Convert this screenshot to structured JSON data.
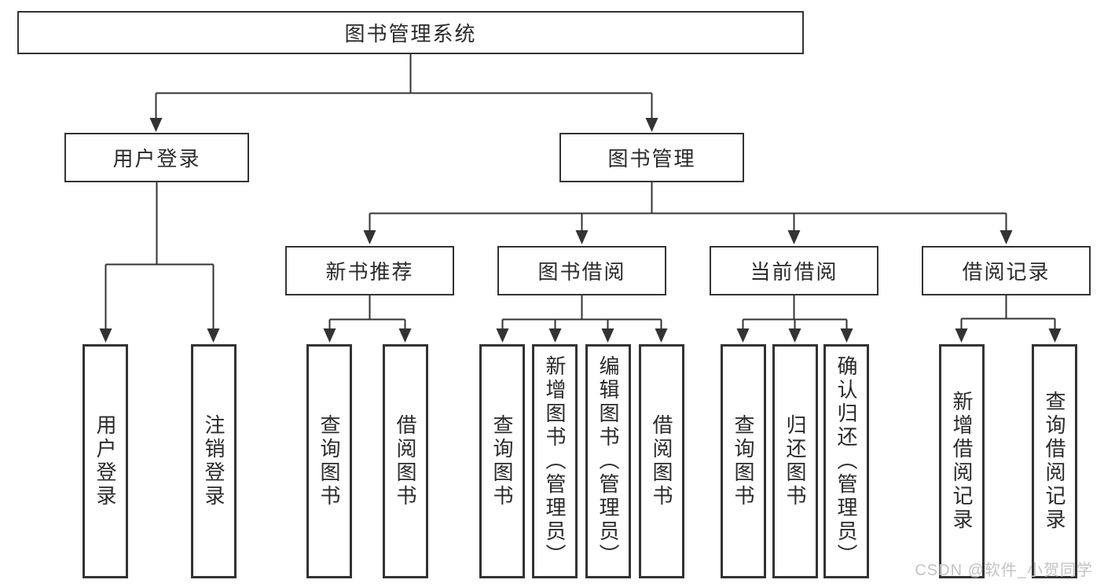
{
  "tree": {
    "root": {
      "label": "图书管理系统"
    },
    "children": [
      {
        "label": "用户登录",
        "children": [
          {
            "label": "用户登录"
          },
          {
            "label": "注销登录"
          }
        ]
      },
      {
        "label": "图书管理",
        "children": [
          {
            "label": "新书推荐",
            "children": [
              {
                "label": "查询图书"
              },
              {
                "label": "借阅图书"
              }
            ]
          },
          {
            "label": "图书借阅",
            "children": [
              {
                "label": "查询图书"
              },
              {
                "label": "新增图书（管理员）"
              },
              {
                "label": "编辑图书（管理员）"
              },
              {
                "label": "借阅图书"
              }
            ]
          },
          {
            "label": "当前借阅",
            "children": [
              {
                "label": "查询图书"
              },
              {
                "label": "归还图书"
              },
              {
                "label": "确认归还（管理员）"
              }
            ]
          },
          {
            "label": "借阅记录",
            "children": [
              {
                "label": "新增借阅记录"
              },
              {
                "label": "查询借阅记录"
              }
            ]
          }
        ]
      }
    ]
  },
  "watermark": {
    "text": "CSDN @软件_小贺同学"
  },
  "colors": {
    "line": "#333333",
    "text": "#2a2a2a",
    "watermark": "#c3c3c3",
    "background": "#ffffff"
  }
}
